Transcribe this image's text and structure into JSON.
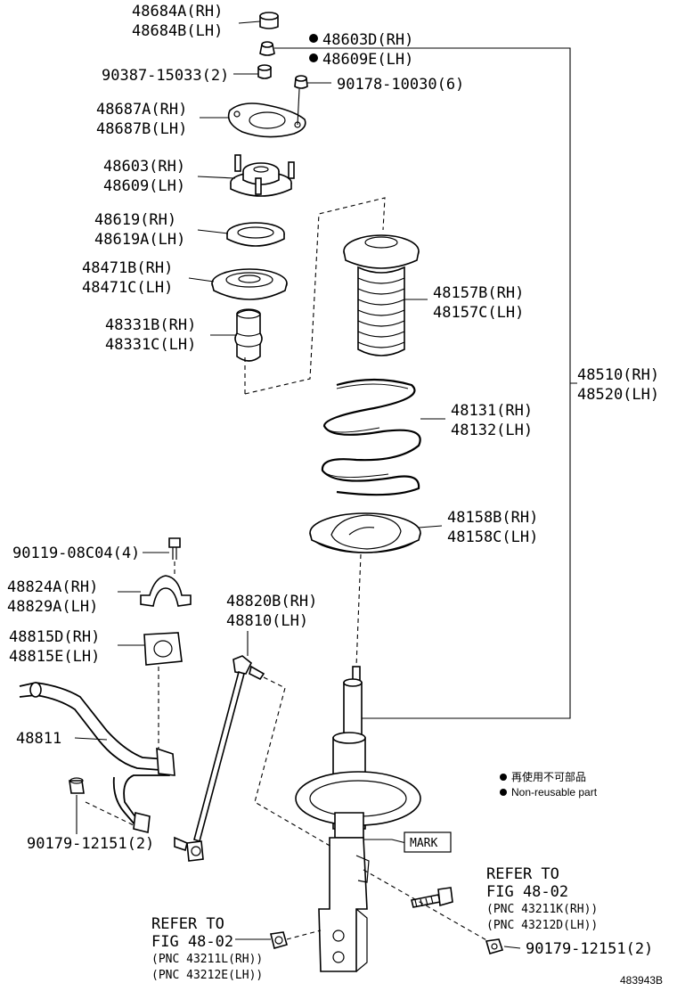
{
  "labels": {
    "p48684": [
      "48684A(RH)",
      "48684B(LH)"
    ],
    "p48603d": [
      "48603D(RH)",
      "48609E(LH)"
    ],
    "p90387": "90387-15033(2)",
    "p90178": "90178-10030(6)",
    "p48687": [
      "48687A(RH)",
      "48687B(LH)"
    ],
    "p48603": [
      "48603(RH)",
      "48609(LH)"
    ],
    "p48619": [
      "48619(RH)",
      "48619A(LH)"
    ],
    "p48471": [
      "48471B(RH)",
      "48471C(LH)"
    ],
    "p48331": [
      "48331B(RH)",
      "48331C(LH)"
    ],
    "p48157": [
      "48157B(RH)",
      "48157C(LH)"
    ],
    "p48510": [
      "48510(RH)",
      "48520(LH)"
    ],
    "p48131": [
      "48131(RH)",
      "48132(LH)"
    ],
    "p48158": [
      "48158B(RH)",
      "48158C(LH)"
    ],
    "p90119": "90119-08C04(4)",
    "p48824": [
      "48824A(RH)",
      "48829A(LH)"
    ],
    "p48820": [
      "48820B(RH)",
      "48810(LH)"
    ],
    "p48815": [
      "48815D(RH)",
      "48815E(LH)"
    ],
    "p48811": "48811",
    "p90179a": "90179-12151(2)",
    "p90179b": "90179-12151(2)",
    "mark": "MARK",
    "refer_right": [
      "REFER TO",
      "FIG 48-02",
      "(PNC 43211K(RH))",
      "(PNC 43212D(LH))"
    ],
    "refer_left": [
      "REFER TO",
      "FIG 48-02",
      "(PNC 43211L(RH))",
      "(PNC 43212E(LH))"
    ]
  },
  "legend": {
    "non_reusable_ja": "再使用不可部品",
    "non_reusable_en": "Non-reusable part"
  },
  "figure_id": "483943B"
}
